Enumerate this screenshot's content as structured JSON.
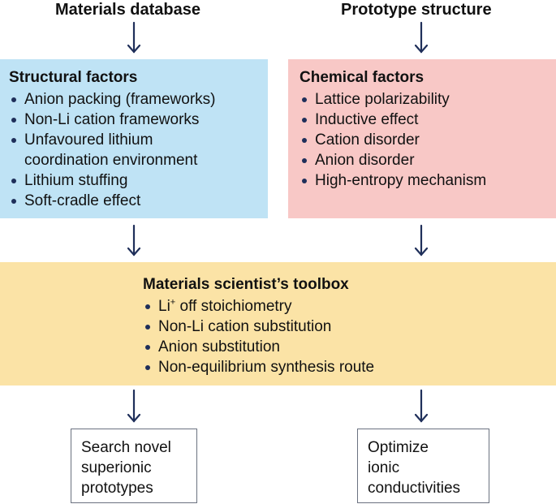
{
  "top_labels": {
    "left": "Materials database",
    "right": "Prototype structure"
  },
  "structural": {
    "title": "Structural factors",
    "items": [
      "Anion packing (frameworks)",
      "Non-Li cation frameworks",
      "Unfavoured lithium",
      "Lithium stuffing",
      "Soft-cradle effect"
    ],
    "item3_line2": "coordination environment"
  },
  "chemical": {
    "title": "Chemical factors",
    "items": [
      "Lattice polarizability",
      "Inductive effect",
      "Cation disorder",
      "Anion disorder",
      "High-entropy mechanism"
    ]
  },
  "toolbox": {
    "title": "Materials scientist’s toolbox",
    "li_prefix": "Li",
    "li_sup": "+",
    "li_rest": " off stoichiometry",
    "items": [
      "Non-Li cation substitution",
      "Anion substitution",
      "Non-equilibrium synthesis route"
    ]
  },
  "outputs": {
    "left": [
      "Search novel",
      "superionic",
      "prototypes"
    ],
    "right": [
      "Optimize",
      "ionic",
      "conductivities"
    ]
  },
  "colors": {
    "structural_bg": "#bfe3f5",
    "chemical_bg": "#f8c8c6",
    "toolbox_bg": "#fbe3a6",
    "arrow": "#1f2f5a"
  }
}
